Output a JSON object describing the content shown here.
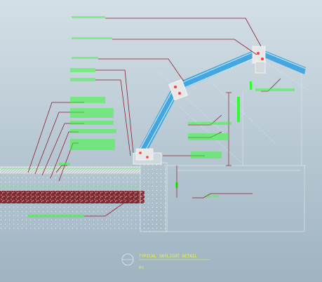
{
  "drawing": {
    "title": "TYPICAL SKYLIGHT DETAIL",
    "scale": "NTS",
    "level_label": "ROOF LEVEL",
    "callouts": [
      "",
      "",
      "",
      "",
      "",
      "",
      "",
      "",
      "",
      "",
      "",
      "",
      "",
      "",
      "",
      "",
      ""
    ]
  },
  "colors": {
    "callout_text": "#2cff2c",
    "leader": "#8b1f2a",
    "title_text": "#e9f54a",
    "glazing": "#2d9fe0",
    "frame": "#e8e8e8",
    "gasket": "#ff3b3b",
    "gravel": "#b5545e"
  }
}
